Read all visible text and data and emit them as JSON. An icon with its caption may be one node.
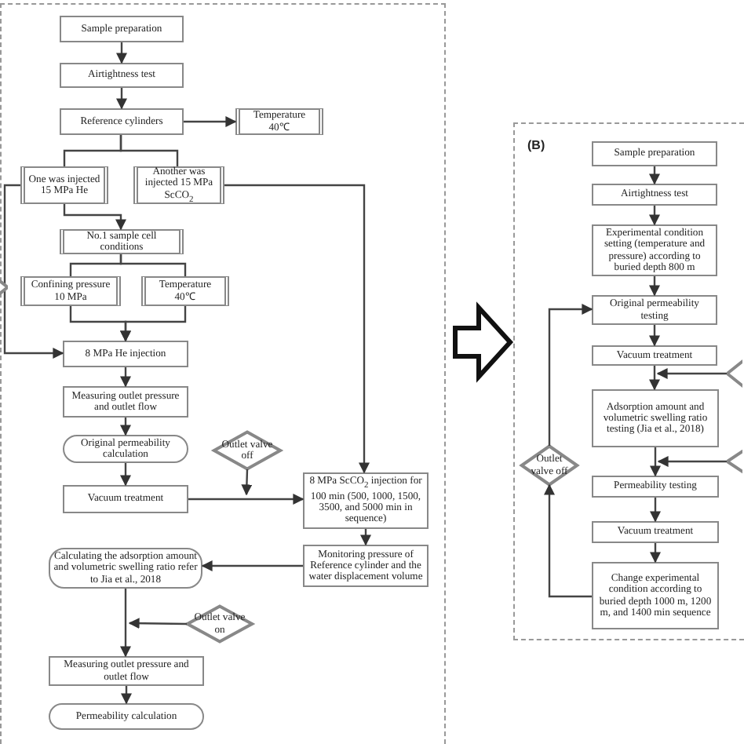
{
  "diagram": {
    "nodes": [
      {
        "text": [],
        "shape": "box"
      },
      {
        "text": [
          "Sample preparation"
        ],
        "in": 0
      },
      {
        "text": [
          "Airtightness test"
        ],
        "in": 0
      },
      {
        "text": [
          "Reference cylinders"
        ],
        "in": 0
      },
      {
        "text": [
          "Temperature 40℃"
        ],
        "in": 0
      },
      {
        "text": [
          "One was injected 15 MPa He"
        ],
        "in": 0
      },
      {
        "text": [
          "Another was injected 15 MPa ScCO$_{2}$"
        ],
        "in": 0
      },
      {
        "text": [
          "No.1 sample cell conditions"
        ],
        "in": 0
      },
      {
        "text": [
          "Confining pressure 10 MPa"
        ],
        "in": 0
      },
      {
        "text": [
          "Temperature 40℃"
        ],
        "in": 0
      },
      {
        "text": [
          "8 MPa He injection"
        ],
        "in": 0
      },
      {
        "text": [
          "Measuring outlet pressure and outlet flow"
        ],
        "in": 0
      },
      {
        "text": [
          "Original permeability calculation"
        ],
        "in": 0
      },
      {
        "text": [
          "Vacuum treatment"
        ],
        "in": 0
      },
      {
        "text": [
          "Outlet valve off"
        ],
        "in": 0
      },
      {
        "text": [
          "8 MPa ScCO$_{2}$ injection for 100 min (500, 1000, 1500, 3500, and 5000 min in sequence)"
        ],
        "in": 0
      },
      {
        "text": [
          "Monitoring pressure of Reference cylinder and the water displacement volume"
        ],
        "in": 0
      },
      {
        "text": [
          "Calculating the adsorption amount and volumetric swelling ratio refer to Jia et al., 2018"
        ],
        "in": 0
      },
      {
        "text": [
          "Outlet valve on"
        ],
        "in": 0
      },
      {
        "text": [
          "Measuring outlet pressure and outlet flow"
        ],
        "in": 0
      },
      {
        "text": [
          "Permeability calculation"
        ],
        "in": 0
      },
      {
        "text": [],
        "shape": "diamond"
      },
      {
        "text": [
          "(B)"
        ]
      },
      {
        "text": [
          "Sample preparation"
        ],
        "in": 22
      },
      {
        "text": [
          "Airtightness test"
        ],
        "in": 22
      },
      {
        "text": [
          "Experimental condition setting (temperature and pressure) according to buried depth 800 m"
        ],
        "in": 22
      },
      {
        "text": [
          "Original permeability testing"
        ],
        "in": 22
      },
      {
        "text": [
          "Vacuum treatment"
        ],
        "in": 22
      },
      {
        "text": [
          "Adsorption amount and volumetric swelling ratio testing (Jia et al., 2018)"
        ],
        "in": 22
      },
      {
        "text": [
          "Permeability testing"
        ],
        "in": 22
      },
      {
        "text": [
          "Vacuum treatment"
        ],
        "in": 22
      },
      {
        "text": [
          "Change experimental condition according to buried depth 1000 m, 1200 m, and 1400 min sequence"
        ],
        "in": 22
      },
      {
        "text": [
          "Outlet valve off"
        ],
        "in": 22
      },
      {
        "text": [],
        "shape": "diamond"
      },
      {
        "text": [],
        "shape": "diamond"
      }
    ],
    "edges": [
      {
        "from": 1,
        "to": 2,
        "arrow": "to"
      },
      {
        "from": 2,
        "to": 3,
        "arrow": "to"
      },
      {
        "from": 3,
        "to": 4,
        "arrow": "to"
      },
      {
        "from": 3,
        "to": 5,
        "arrow": "none"
      },
      {
        "from": 3,
        "to": 6,
        "arrow": "none"
      },
      {
        "from": 5,
        "to": 7,
        "arrow": "to"
      },
      {
        "from": 6,
        "to": 15,
        "arrow": "to"
      },
      {
        "from": 5,
        "to": 10,
        "arrow": "to"
      },
      {
        "from": 7,
        "to": 8,
        "arrow": "none"
      },
      {
        "from": 7,
        "to": 9,
        "arrow": "none"
      },
      {
        "from": 8,
        "to": 10,
        "arrow": "to"
      },
      {
        "from": 9,
        "to": 10,
        "arrow": "to"
      },
      {
        "from": 10,
        "to": 11,
        "arrow": "to"
      },
      {
        "from": 11,
        "to": 12,
        "arrow": "to"
      },
      {
        "from": 12,
        "to": 13,
        "arrow": "to"
      },
      {
        "from": 13,
        "to": 15,
        "arrow": "to"
      },
      {
        "from": 14,
        "to": null,
        "arrow": "to"
      },
      {
        "from": 15,
        "to": 16,
        "arrow": "to"
      },
      {
        "from": 16,
        "to": 17,
        "arrow": "to"
      },
      {
        "from": 17,
        "to": 19,
        "arrow": "to"
      },
      {
        "from": 18,
        "to": 19,
        "arrow": "to"
      },
      {
        "from": 19,
        "to": 20,
        "arrow": "to"
      },
      {
        "from": 0,
        "to": 22,
        "arrow": "to",
        "style": "thick"
      },
      {
        "from": 23,
        "to": 24,
        "arrow": "to"
      },
      {
        "from": 24,
        "to": 25,
        "arrow": "to"
      },
      {
        "from": 25,
        "to": 26,
        "arrow": "to"
      },
      {
        "from": 26,
        "to": 27,
        "arrow": "to"
      },
      {
        "from": 27,
        "to": 28,
        "arrow": "to"
      },
      {
        "from": 28,
        "to": 29,
        "arrow": "to"
      },
      {
        "from": 29,
        "to": 30,
        "arrow": "to"
      },
      {
        "from": 30,
        "to": 31,
        "arrow": "to"
      },
      {
        "from": 31,
        "to": 32,
        "arrow": "to"
      },
      {
        "from": 32,
        "to": 26,
        "arrow": "to"
      },
      {
        "from": 33,
        "to": 27,
        "arrow": "to"
      },
      {
        "from": 34,
        "to": 29,
        "arrow": "to"
      }
    ]
  }
}
